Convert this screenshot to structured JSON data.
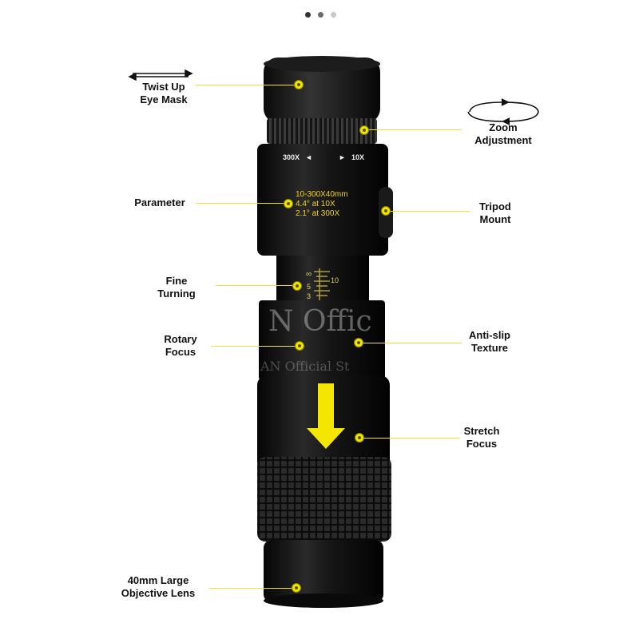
{
  "carousel": {
    "count": 3,
    "active": 0
  },
  "labels": {
    "twist_up_eye_mask": "Twist Up\nEye Mask",
    "zoom_adjustment": "Zoom\nAdjustment",
    "parameter": "Parameter",
    "tripod_mount": "Tripod\nMount",
    "fine_turning": "Fine\nTurning",
    "rotary_focus": "Rotary\nFocus",
    "anti_slip_texture": "Anti-slip\nTexture",
    "stretch_focus": "Stretch\nFocus",
    "objective_lens": "40mm Large\nObjective Lens"
  },
  "scope_markings": {
    "zoom_min": "300X",
    "zoom_max": "10X",
    "spec_line1": "10-300X40mm",
    "spec_line2": "4.4° at 10X",
    "spec_line3": "2.1° at 300X",
    "focus_scale": [
      "∞",
      "5",
      "10",
      "3"
    ]
  },
  "watermark": "N Offic",
  "watermark2": "AN Official St",
  "colors": {
    "accent": "#f2e600",
    "arrow": "#f5e600",
    "body": "#111111"
  }
}
